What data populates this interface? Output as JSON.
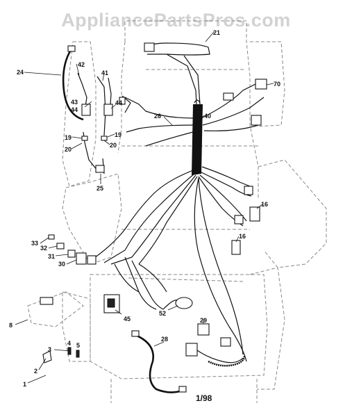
{
  "watermark": "AppliancePartsPros.com",
  "page_code": "1/98",
  "callouts": [
    {
      "id": "c1",
      "label": "1"
    },
    {
      "id": "c2",
      "label": "2"
    },
    {
      "id": "c3",
      "label": "3"
    },
    {
      "id": "c4",
      "label": "4"
    },
    {
      "id": "c5",
      "label": "5"
    },
    {
      "id": "c8",
      "label": "8"
    },
    {
      "id": "c16a",
      "label": "16"
    },
    {
      "id": "c16b",
      "label": "16"
    },
    {
      "id": "c19a",
      "label": "19"
    },
    {
      "id": "c19b",
      "label": "19"
    },
    {
      "id": "c20a",
      "label": "20"
    },
    {
      "id": "c20b",
      "label": "20"
    },
    {
      "id": "c21",
      "label": "21"
    },
    {
      "id": "c24",
      "label": "24"
    },
    {
      "id": "c25",
      "label": "25"
    },
    {
      "id": "c26",
      "label": "26"
    },
    {
      "id": "c28",
      "label": "28"
    },
    {
      "id": "c29",
      "label": "29"
    },
    {
      "id": "c30",
      "label": "30"
    },
    {
      "id": "c31",
      "label": "31"
    },
    {
      "id": "c32",
      "label": "32"
    },
    {
      "id": "c33",
      "label": "33"
    },
    {
      "id": "c40",
      "label": "40"
    },
    {
      "id": "c41",
      "label": "41"
    },
    {
      "id": "c42",
      "label": "42"
    },
    {
      "id": "c43",
      "label": "43"
    },
    {
      "id": "c44a",
      "label": "44"
    },
    {
      "id": "c44b",
      "label": "44"
    },
    {
      "id": "c45",
      "label": "45"
    },
    {
      "id": "c52",
      "label": "52"
    },
    {
      "id": "c70",
      "label": "70"
    }
  ]
}
